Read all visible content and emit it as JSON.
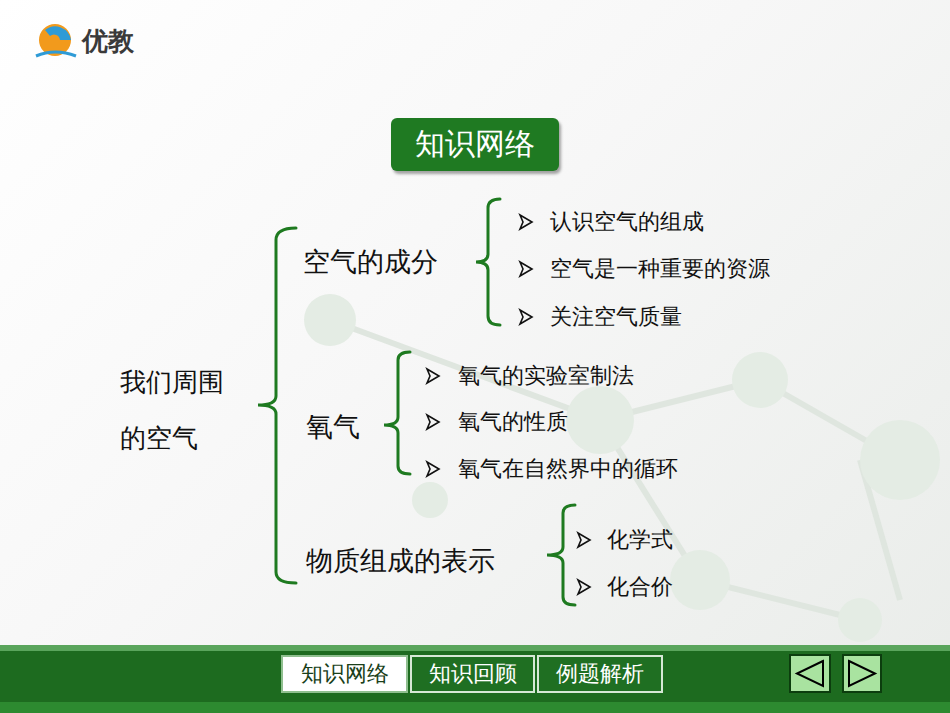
{
  "diagram": {
    "title": "知识网络",
    "nodes": [
      {
        "text": [
          "知识网络"
        ]
      },
      {
        "text": [
          "知识回顾"
        ]
      },
      {
        "text": [
          "例题解析"
        ]
      }
    ],
    "labels": [
      "优教",
      "我们周围的空气",
      "空气的成分",
      "认识空气的组成",
      "空气是一种重要的资源",
      "关注空气质量",
      "氧气",
      "氧气的实验室制法",
      "氧气的性质",
      "氧气在自然界中的循环",
      "物质组成的表示",
      "化学式",
      "化合价"
    ]
  }
}
